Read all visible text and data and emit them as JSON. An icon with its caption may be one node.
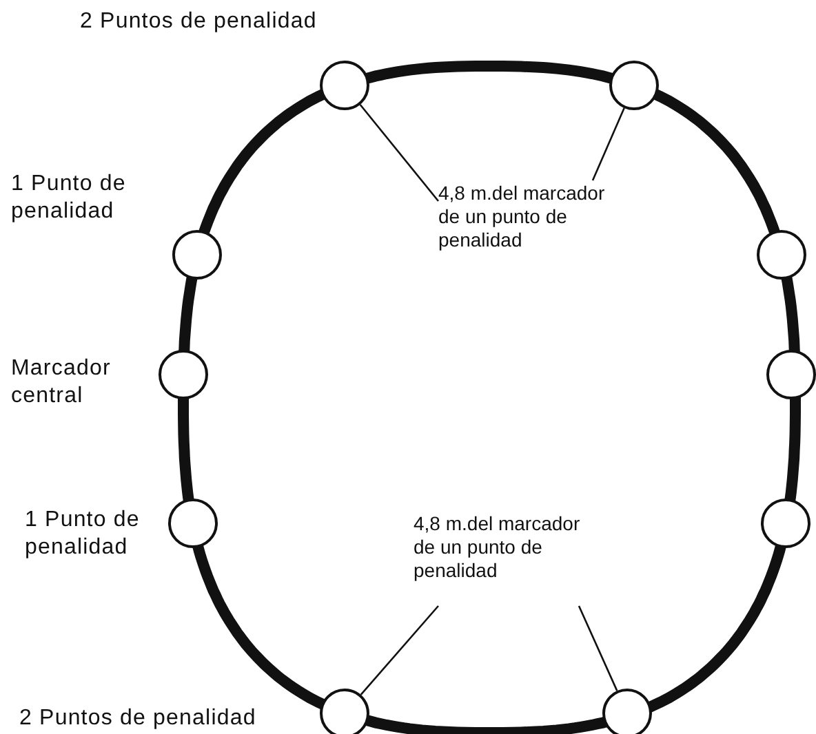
{
  "diagram": {
    "nodes": [
      {
        "text": [],
        "shape": "circle",
        "beside": [
          "2 Puntos de penalidad"
        ]
      },
      {
        "text": [],
        "shape": "circle"
      },
      {
        "text": [
          "4,8 m.del marcador de un punto de penalidad"
        ]
      },
      {
        "text": [],
        "shape": "circle",
        "beside": [
          "1 Punto de penalidad"
        ]
      },
      {
        "text": [],
        "shape": "circle"
      },
      {
        "text": [],
        "shape": "circle",
        "beside": [
          "Marcador central"
        ]
      },
      {
        "text": [],
        "shape": "circle"
      },
      {
        "text": [],
        "shape": "circle",
        "beside": [
          "1 Punto de penalidad"
        ]
      },
      {
        "text": [],
        "shape": "circle"
      },
      {
        "text": [
          "4,8 m.del marcador de un punto de penalidad"
        ]
      },
      {
        "text": [],
        "shape": "circle",
        "beside": [
          "2 Puntos de penalidad"
        ]
      },
      {
        "text": [],
        "shape": "circle"
      }
    ],
    "edges": [
      {
        "from": 2,
        "to": 0,
        "arrow": "none"
      },
      {
        "from": 2,
        "to": 1,
        "arrow": "none"
      },
      {
        "from": 9,
        "to": 10,
        "arrow": "none"
      },
      {
        "from": 9,
        "to": 11,
        "arrow": "none"
      }
    ]
  }
}
